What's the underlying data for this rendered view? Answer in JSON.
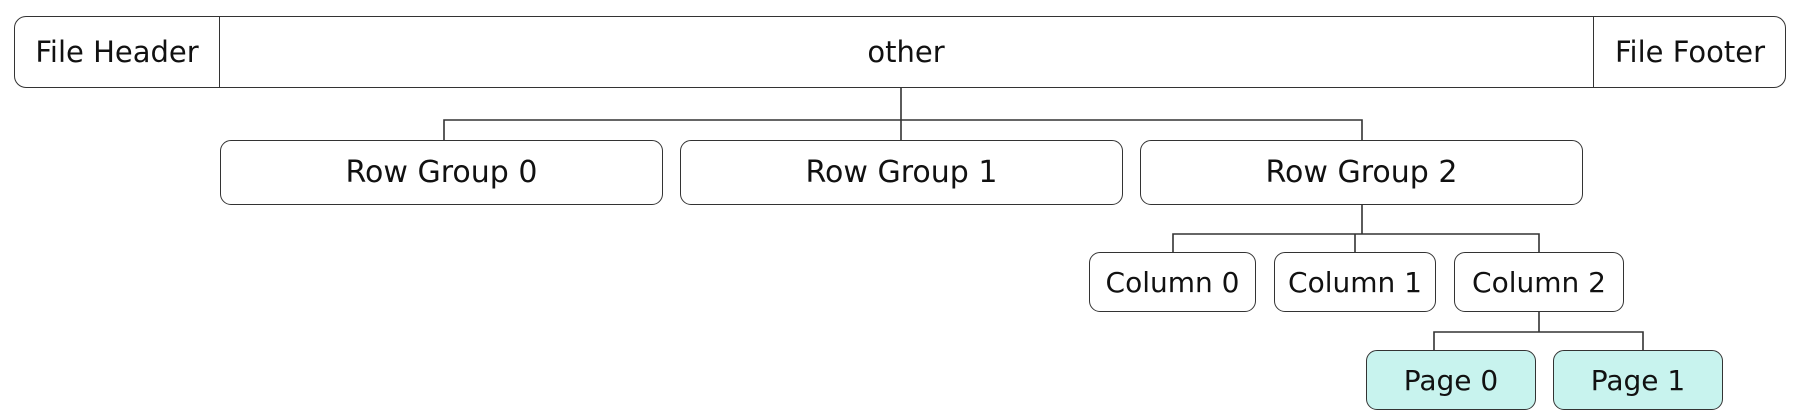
{
  "file_layout": {
    "header_label": "File Header",
    "middle_label": "other",
    "footer_label": "File Footer"
  },
  "row_groups": [
    {
      "label": "Row Group 0"
    },
    {
      "label": "Row Group 1"
    },
    {
      "label": "Row Group 2"
    }
  ],
  "columns": [
    {
      "label": "Column 0"
    },
    {
      "label": "Column 1"
    },
    {
      "label": "Column 2"
    }
  ],
  "pages": [
    {
      "label": "Page 0"
    },
    {
      "label": "Page 1"
    }
  ],
  "colors": {
    "page_fill": "#c8f3ee",
    "border": "#333333"
  }
}
